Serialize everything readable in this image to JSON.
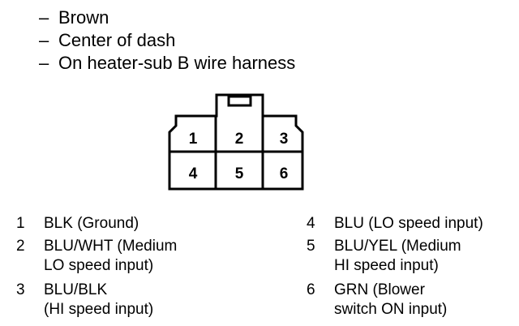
{
  "header": {
    "dash": "–",
    "lines": [
      "Brown",
      "Center of dash",
      "On heater-sub B wire harness"
    ]
  },
  "connector": {
    "pins": [
      "1",
      "2",
      "3",
      "4",
      "5",
      "6"
    ]
  },
  "legend": [
    {
      "num": "1",
      "line1": "BLK (Ground)",
      "line2": ""
    },
    {
      "num": "2",
      "line1": "BLU/WHT (Medium",
      "line2": "LO speed input)"
    },
    {
      "num": "3",
      "line1": "BLU/BLK",
      "line2": "(HI speed input)"
    },
    {
      "num": "4",
      "line1": "BLU (LO speed input)",
      "line2": ""
    },
    {
      "num": "5",
      "line1": "BLU/YEL (Medium",
      "line2": "HI speed input)"
    },
    {
      "num": "6",
      "line1": "GRN (Blower",
      "line2": "switch ON input)"
    }
  ]
}
